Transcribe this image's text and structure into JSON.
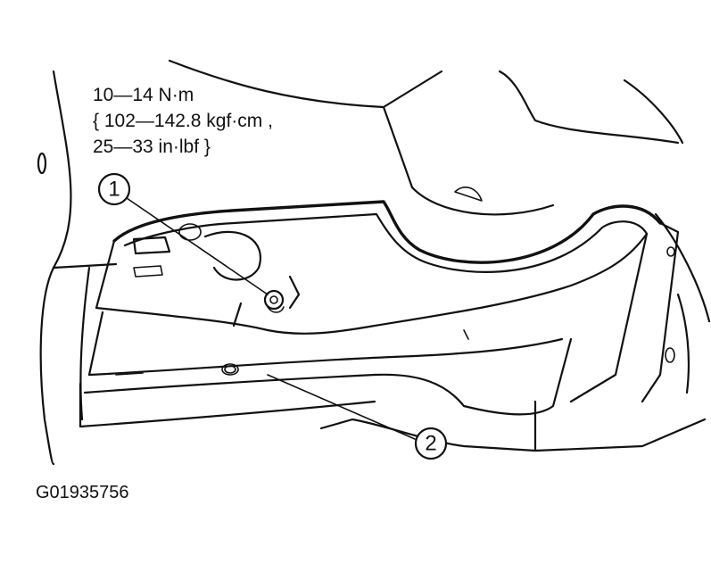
{
  "torque_spec": {
    "line1": "10—14 N·m",
    "line2": "{ 102—142.8 kgf·cm ,",
    "line3": "25—33 in·lbf }"
  },
  "callouts": [
    {
      "id": "1",
      "label": "1"
    },
    {
      "id": "2",
      "label": "2"
    }
  ],
  "figure_id": "G01935756"
}
